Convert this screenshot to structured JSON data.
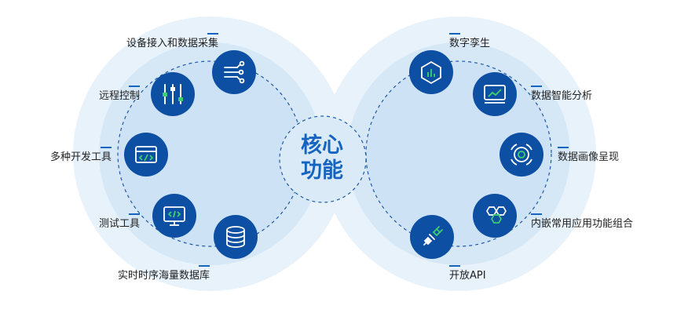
{
  "center": {
    "line1": "核心",
    "line2": "功能"
  },
  "left_features": [
    {
      "id": "device",
      "label": "设备接入和数据采集",
      "icon": "sliders-network-icon"
    },
    {
      "id": "remote",
      "label": "远程控制",
      "icon": "equalizer-control-icon"
    },
    {
      "id": "dev-tools",
      "label": "多种开发工具",
      "icon": "code-window-icon"
    },
    {
      "id": "test",
      "label": "测试工具",
      "icon": "code-monitor-icon"
    },
    {
      "id": "tsdb",
      "label": "实时时序海量数据库",
      "icon": "database-icon"
    }
  ],
  "right_features": [
    {
      "id": "twin",
      "label": "数字孪生",
      "icon": "cube-chart-icon"
    },
    {
      "id": "analysis",
      "label": "数据智能分析",
      "icon": "trend-chart-icon"
    },
    {
      "id": "portrait",
      "label": "数据画像呈现",
      "icon": "radar-target-icon"
    },
    {
      "id": "embedded",
      "label": "内嵌常用应用功能组合",
      "icon": "hexagon-cluster-icon"
    },
    {
      "id": "api",
      "label": "开放API",
      "icon": "plug-connect-icon"
    }
  ],
  "colors": {
    "node": "#0d4fa3",
    "accent": "#1565c0",
    "halo_outer": "#e6f1fb",
    "halo_inner": "#cfe3f5",
    "icon_green": "#3ecf6e"
  }
}
